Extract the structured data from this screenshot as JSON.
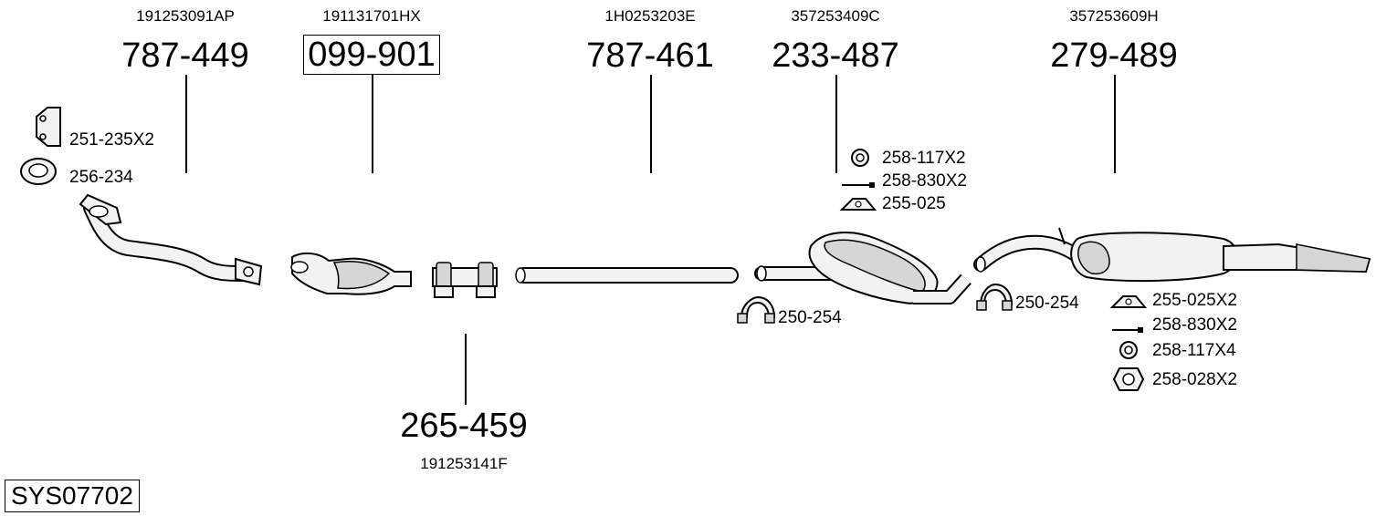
{
  "system_code": "SYS07702",
  "parts": [
    {
      "oem": "191253091AP",
      "number": "787-449",
      "boxed": false
    },
    {
      "oem": "191131701HX",
      "number": "099-901",
      "boxed": true
    },
    {
      "oem": "1H0253203E",
      "number": "787-461",
      "boxed": false
    },
    {
      "oem": "357253409C",
      "number": "233-487",
      "boxed": false
    },
    {
      "oem": "357253609H",
      "number": "279-489",
      "boxed": false
    },
    {
      "oem": "191253141F",
      "number": "265-459",
      "boxed": false
    }
  ],
  "accessories": {
    "front_pipe": [
      "251-235X2",
      "256-234"
    ],
    "middle_silencer": [
      "258-117X2",
      "258-830X2",
      "255-025"
    ],
    "clamp_mid": "250-254",
    "clamp_rear": "250-254",
    "rear_silencer": [
      "255-025X2",
      "258-830X2",
      "258-117X4",
      "258-028X2"
    ]
  }
}
